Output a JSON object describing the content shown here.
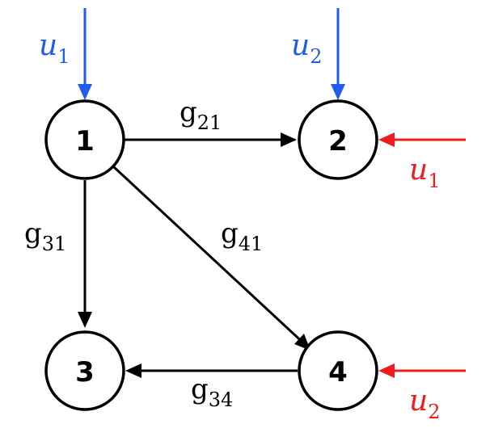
{
  "nodes": [
    {
      "id": "1",
      "label": "1"
    },
    {
      "id": "2",
      "label": "2"
    },
    {
      "id": "3",
      "label": "3"
    },
    {
      "id": "4",
      "label": "4"
    }
  ],
  "edges": [
    {
      "from": "1",
      "to": "2",
      "label_base": "g",
      "label_sub": "21"
    },
    {
      "from": "1",
      "to": "3",
      "label_base": "g",
      "label_sub": "31"
    },
    {
      "from": "1",
      "to": "4",
      "label_base": "g",
      "label_sub": "41"
    },
    {
      "from": "4",
      "to": "3",
      "label_base": "g",
      "label_sub": "34"
    }
  ],
  "inputs": [
    {
      "target": "1",
      "base": "u",
      "sub": "1",
      "color": "#1f5cf0"
    },
    {
      "target": "2",
      "base": "u",
      "sub": "2",
      "color": "#1f5cf0"
    },
    {
      "target": "2",
      "base": "u",
      "sub": "1",
      "color": "#ee1c1c"
    },
    {
      "target": "4",
      "base": "u",
      "sub": "2",
      "color": "#ee1c1c"
    }
  ],
  "colors": {
    "blue_input": "#1f5cf0",
    "red_input": "#ee1c1c",
    "edge": "#000000"
  }
}
